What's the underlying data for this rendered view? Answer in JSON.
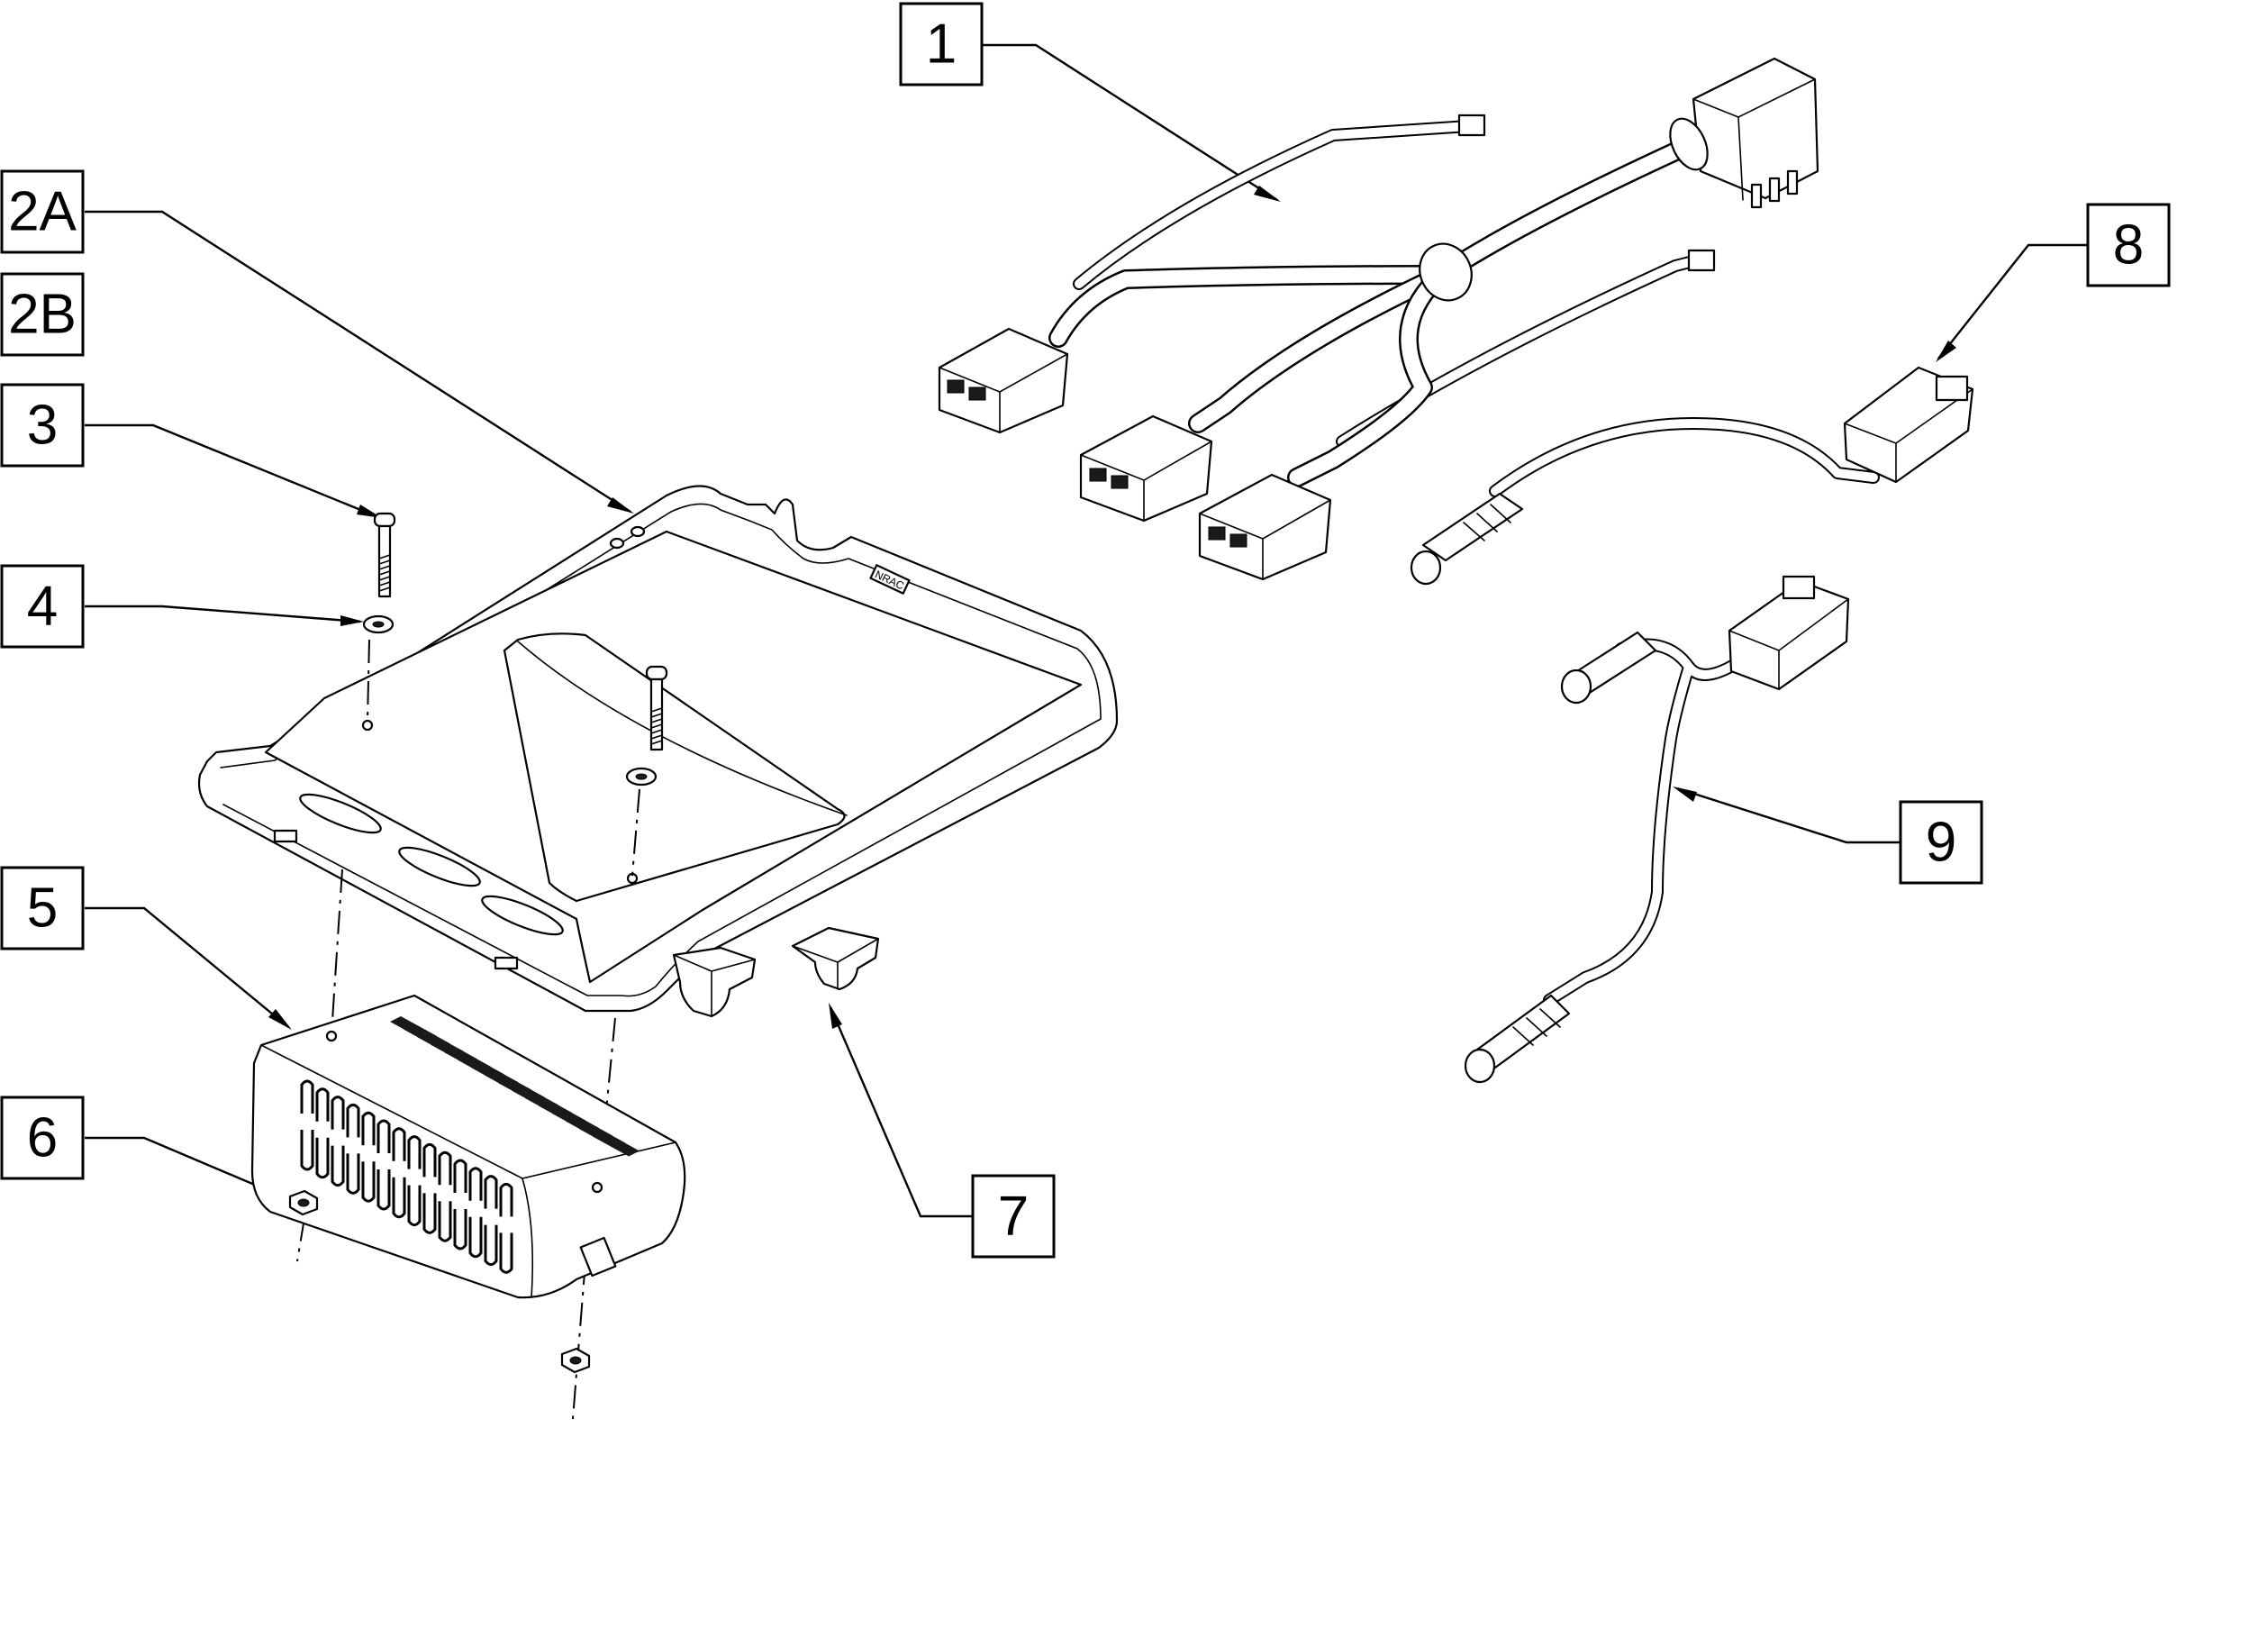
{
  "callouts": {
    "c1": "1",
    "c2a": "2A",
    "c2b": "2B",
    "c3": "3",
    "c4": "4",
    "c5": "5",
    "c6": "6",
    "c7": "7",
    "c8": "8",
    "c9": "9"
  },
  "parts": {
    "plate_logo": "NRAC"
  }
}
